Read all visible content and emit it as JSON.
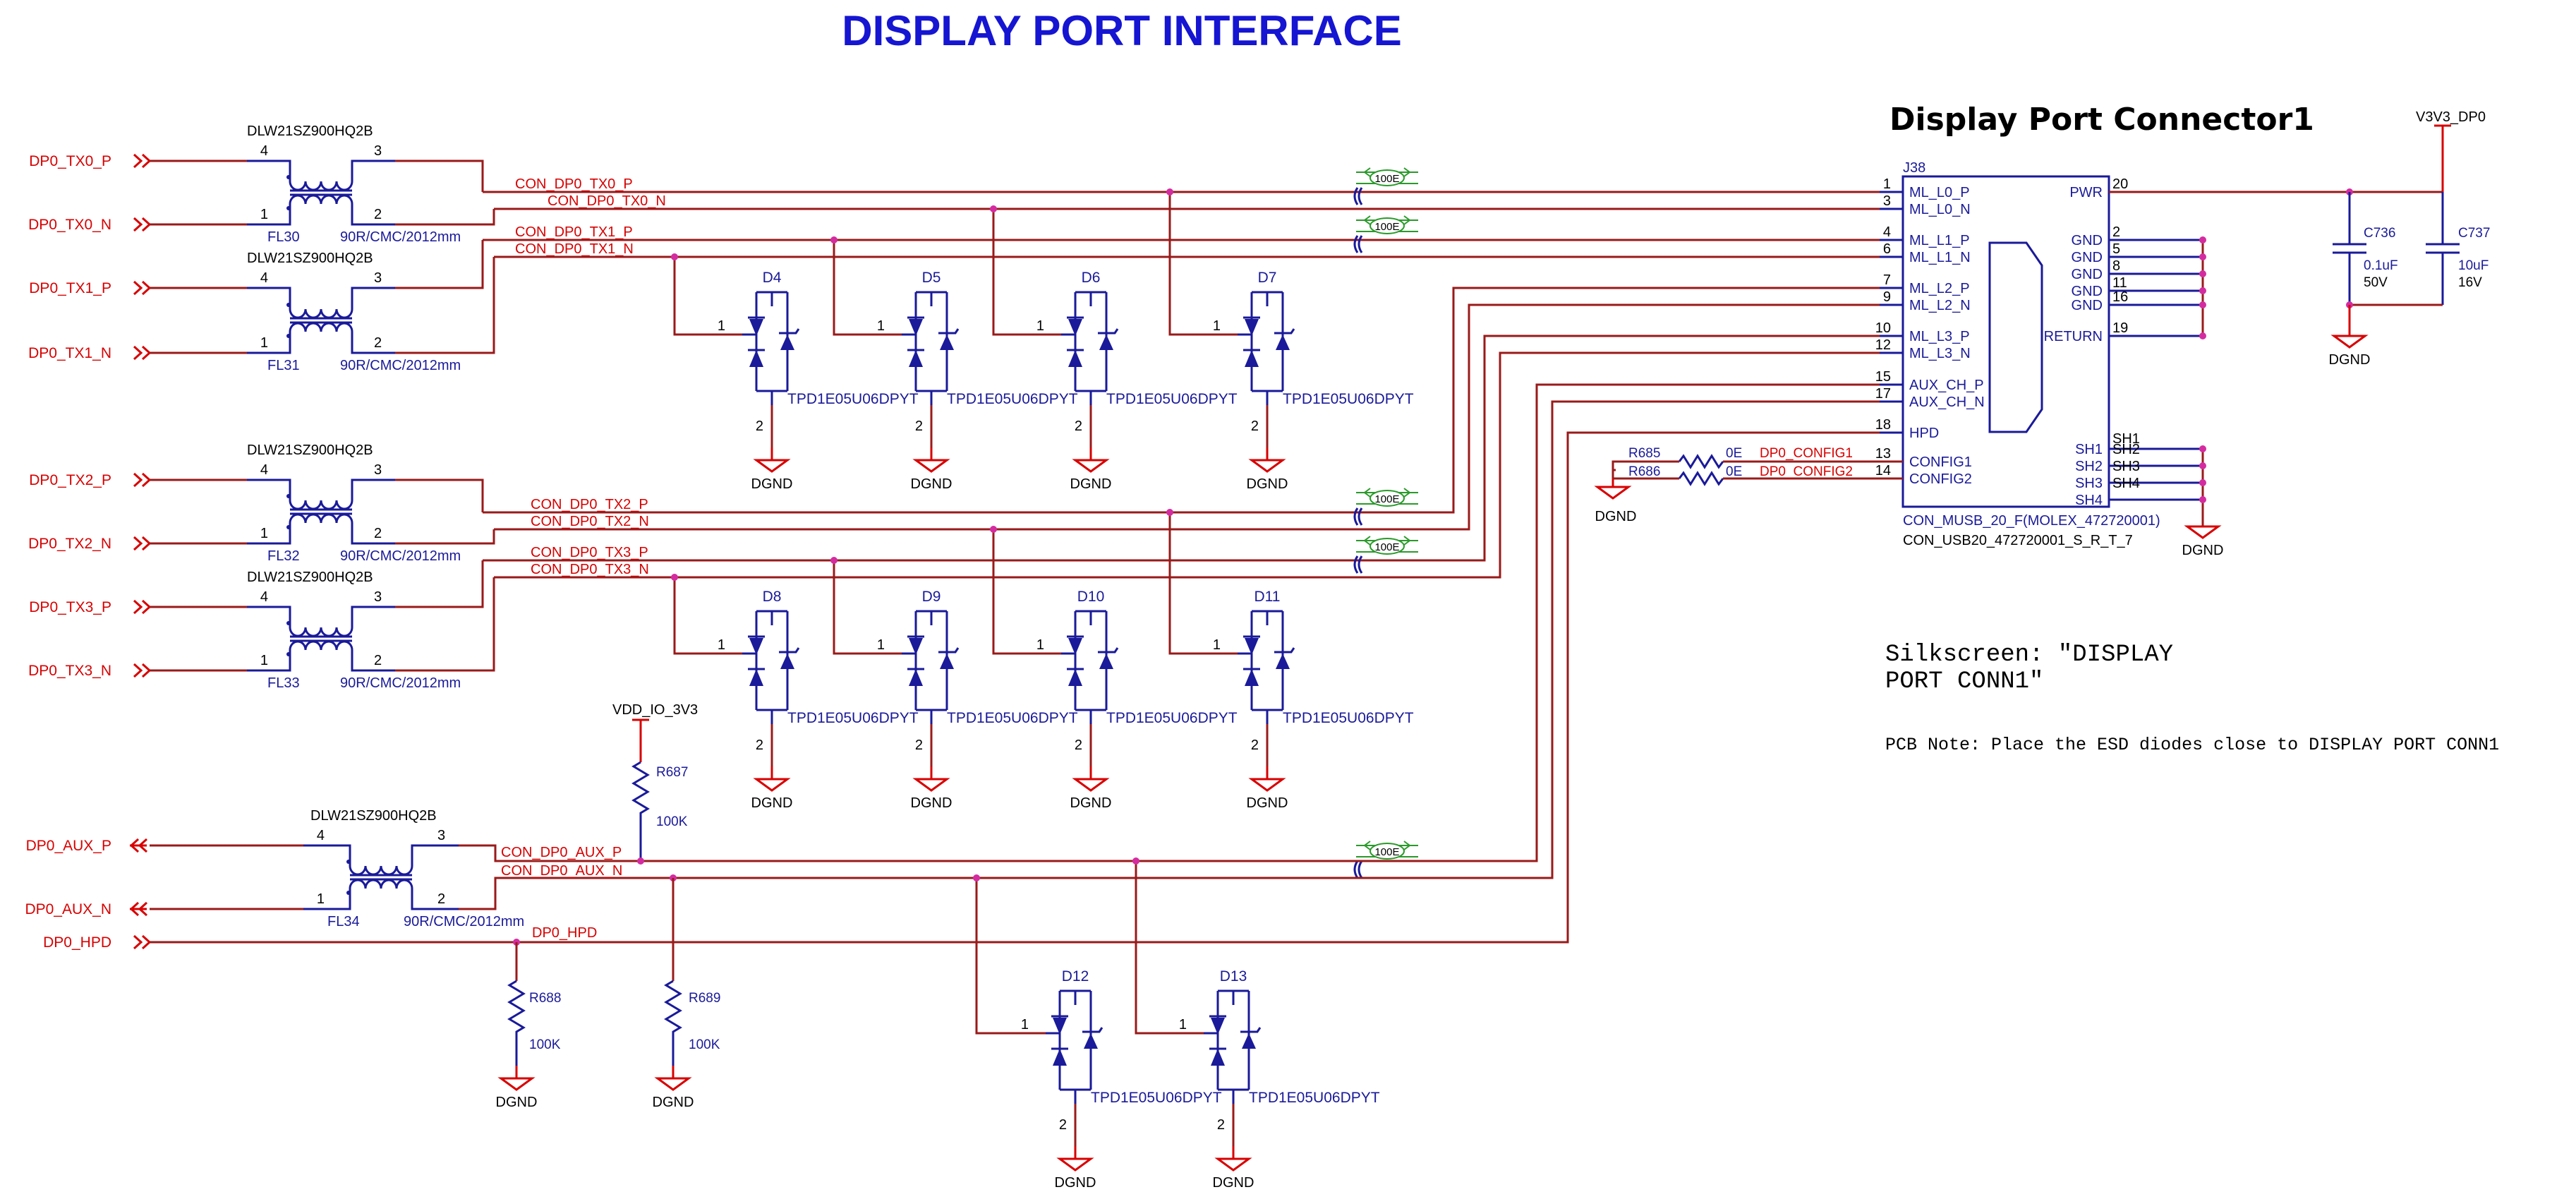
{
  "title": "DISPLAY PORT INTERFACE",
  "connector": {
    "heading": "Display Port Connector1",
    "ref": "J38",
    "part": "CON_MUSB_20_F(MOLEX_472720001)",
    "footprint": "CON_USB20_472720001_S_R_T_7",
    "left_pins": [
      {
        "num": "1",
        "name": "ML_L0_P"
      },
      {
        "num": "3",
        "name": "ML_L0_N"
      },
      {
        "num": "4",
        "name": "ML_L1_P"
      },
      {
        "num": "6",
        "name": "ML_L1_N"
      },
      {
        "num": "7",
        "name": "ML_L2_P"
      },
      {
        "num": "9",
        "name": "ML_L2_N"
      },
      {
        "num": "10",
        "name": "ML_L3_P"
      },
      {
        "num": "12",
        "name": "ML_L3_N"
      },
      {
        "num": "15",
        "name": "AUX_CH_P"
      },
      {
        "num": "17",
        "name": "AUX_CH_N"
      },
      {
        "num": "18",
        "name": "HPD"
      },
      {
        "num": "13",
        "name": "CONFIG1"
      },
      {
        "num": "14",
        "name": "CONFIG2"
      }
    ],
    "right_pins": [
      {
        "num": "20",
        "name": "PWR"
      },
      {
        "num": "2",
        "name": "GND"
      },
      {
        "num": "5",
        "name": "GND"
      },
      {
        "num": "8",
        "name": "GND"
      },
      {
        "num": "11",
        "name": "GND"
      },
      {
        "num": "16",
        "name": "GND"
      },
      {
        "num": "19",
        "name": "RETURN"
      },
      {
        "num": "SH2",
        "name": "SH1"
      },
      {
        "num": "SH3",
        "name": "SH2"
      },
      {
        "num": "SH4",
        "name": "SH3"
      },
      {
        "num": "",
        "name": "SH4"
      }
    ],
    "sh1_label": "SH1"
  },
  "inputs": {
    "tx0p": "DP0_TX0_P",
    "tx0n": "DP0_TX0_N",
    "tx1p": "DP0_TX1_P",
    "tx1n": "DP0_TX1_N",
    "tx2p": "DP0_TX2_P",
    "tx2n": "DP0_TX2_N",
    "tx3p": "DP0_TX3_P",
    "tx3n": "DP0_TX3_N",
    "auxp": "DP0_AUX_P",
    "auxn": "DP0_AUX_N",
    "hpd": "DP0_HPD"
  },
  "nets": {
    "tx0p": "CON_DP0_TX0_P",
    "tx0n": "CON_DP0_TX0_N",
    "tx1p": "CON_DP0_TX1_P",
    "tx1n": "CON_DP0_TX1_N",
    "tx2p": "CON_DP0_TX2_P",
    "tx2n": "CON_DP0_TX2_N",
    "tx3p": "CON_DP0_TX3_P",
    "tx3n": "CON_DP0_TX3_N",
    "auxp": "CON_DP0_AUX_P",
    "auxn": "CON_DP0_AUX_N",
    "hpd": "DP0_HPD",
    "cfg1": "DP0_CONFIG1",
    "cfg2": "DP0_CONFIG2"
  },
  "filters": [
    {
      "part": "DLW21SZ900HQ2B",
      "ref": "FL30",
      "value": "90R/CMC/2012mm"
    },
    {
      "part": "DLW21SZ900HQ2B",
      "ref": "FL31",
      "value": "90R/CMC/2012mm"
    },
    {
      "part": "DLW21SZ900HQ2B",
      "ref": "FL32",
      "value": "90R/CMC/2012mm"
    },
    {
      "part": "DLW21SZ900HQ2B",
      "ref": "FL33",
      "value": "90R/CMC/2012mm"
    },
    {
      "part": "DLW21SZ900HQ2B",
      "ref": "FL34",
      "value": "90R/CMC/2012mm"
    }
  ],
  "diode_part": "TPD1E05U06DPYT",
  "diodes": [
    "D4",
    "D5",
    "D6",
    "D7",
    "D8",
    "D9",
    "D10",
    "D11",
    "D12",
    "D13"
  ],
  "resistors": {
    "r685": {
      "ref": "R685",
      "value": "0E"
    },
    "r686": {
      "ref": "R686",
      "value": "0E"
    },
    "r687": {
      "ref": "R687",
      "value": "100K"
    },
    "r688": {
      "ref": "R688",
      "value": "100K"
    },
    "r689": {
      "ref": "R689",
      "value": "100K"
    }
  },
  "caps": {
    "c736": {
      "ref": "C736",
      "value": "0.1uF",
      "voltage": "50V"
    },
    "c737": {
      "ref": "C737",
      "value": "10uF",
      "voltage": "16V"
    }
  },
  "power": {
    "dp_rail": "V3V3_DP0",
    "io_rail": "VDD_IO_3V3",
    "gnd": "DGND"
  },
  "impedance": "100E",
  "pin_labels": {
    "one": "1",
    "two": "2",
    "three": "3",
    "four": "4"
  },
  "notes": {
    "silk_line1": "Silkscreen: \"DISPLAY",
    "silk_line2": "PORT CONN1\"",
    "pcb": "PCB Note: Place the ESD diodes close to DISPLAY  PORT CONN1"
  }
}
